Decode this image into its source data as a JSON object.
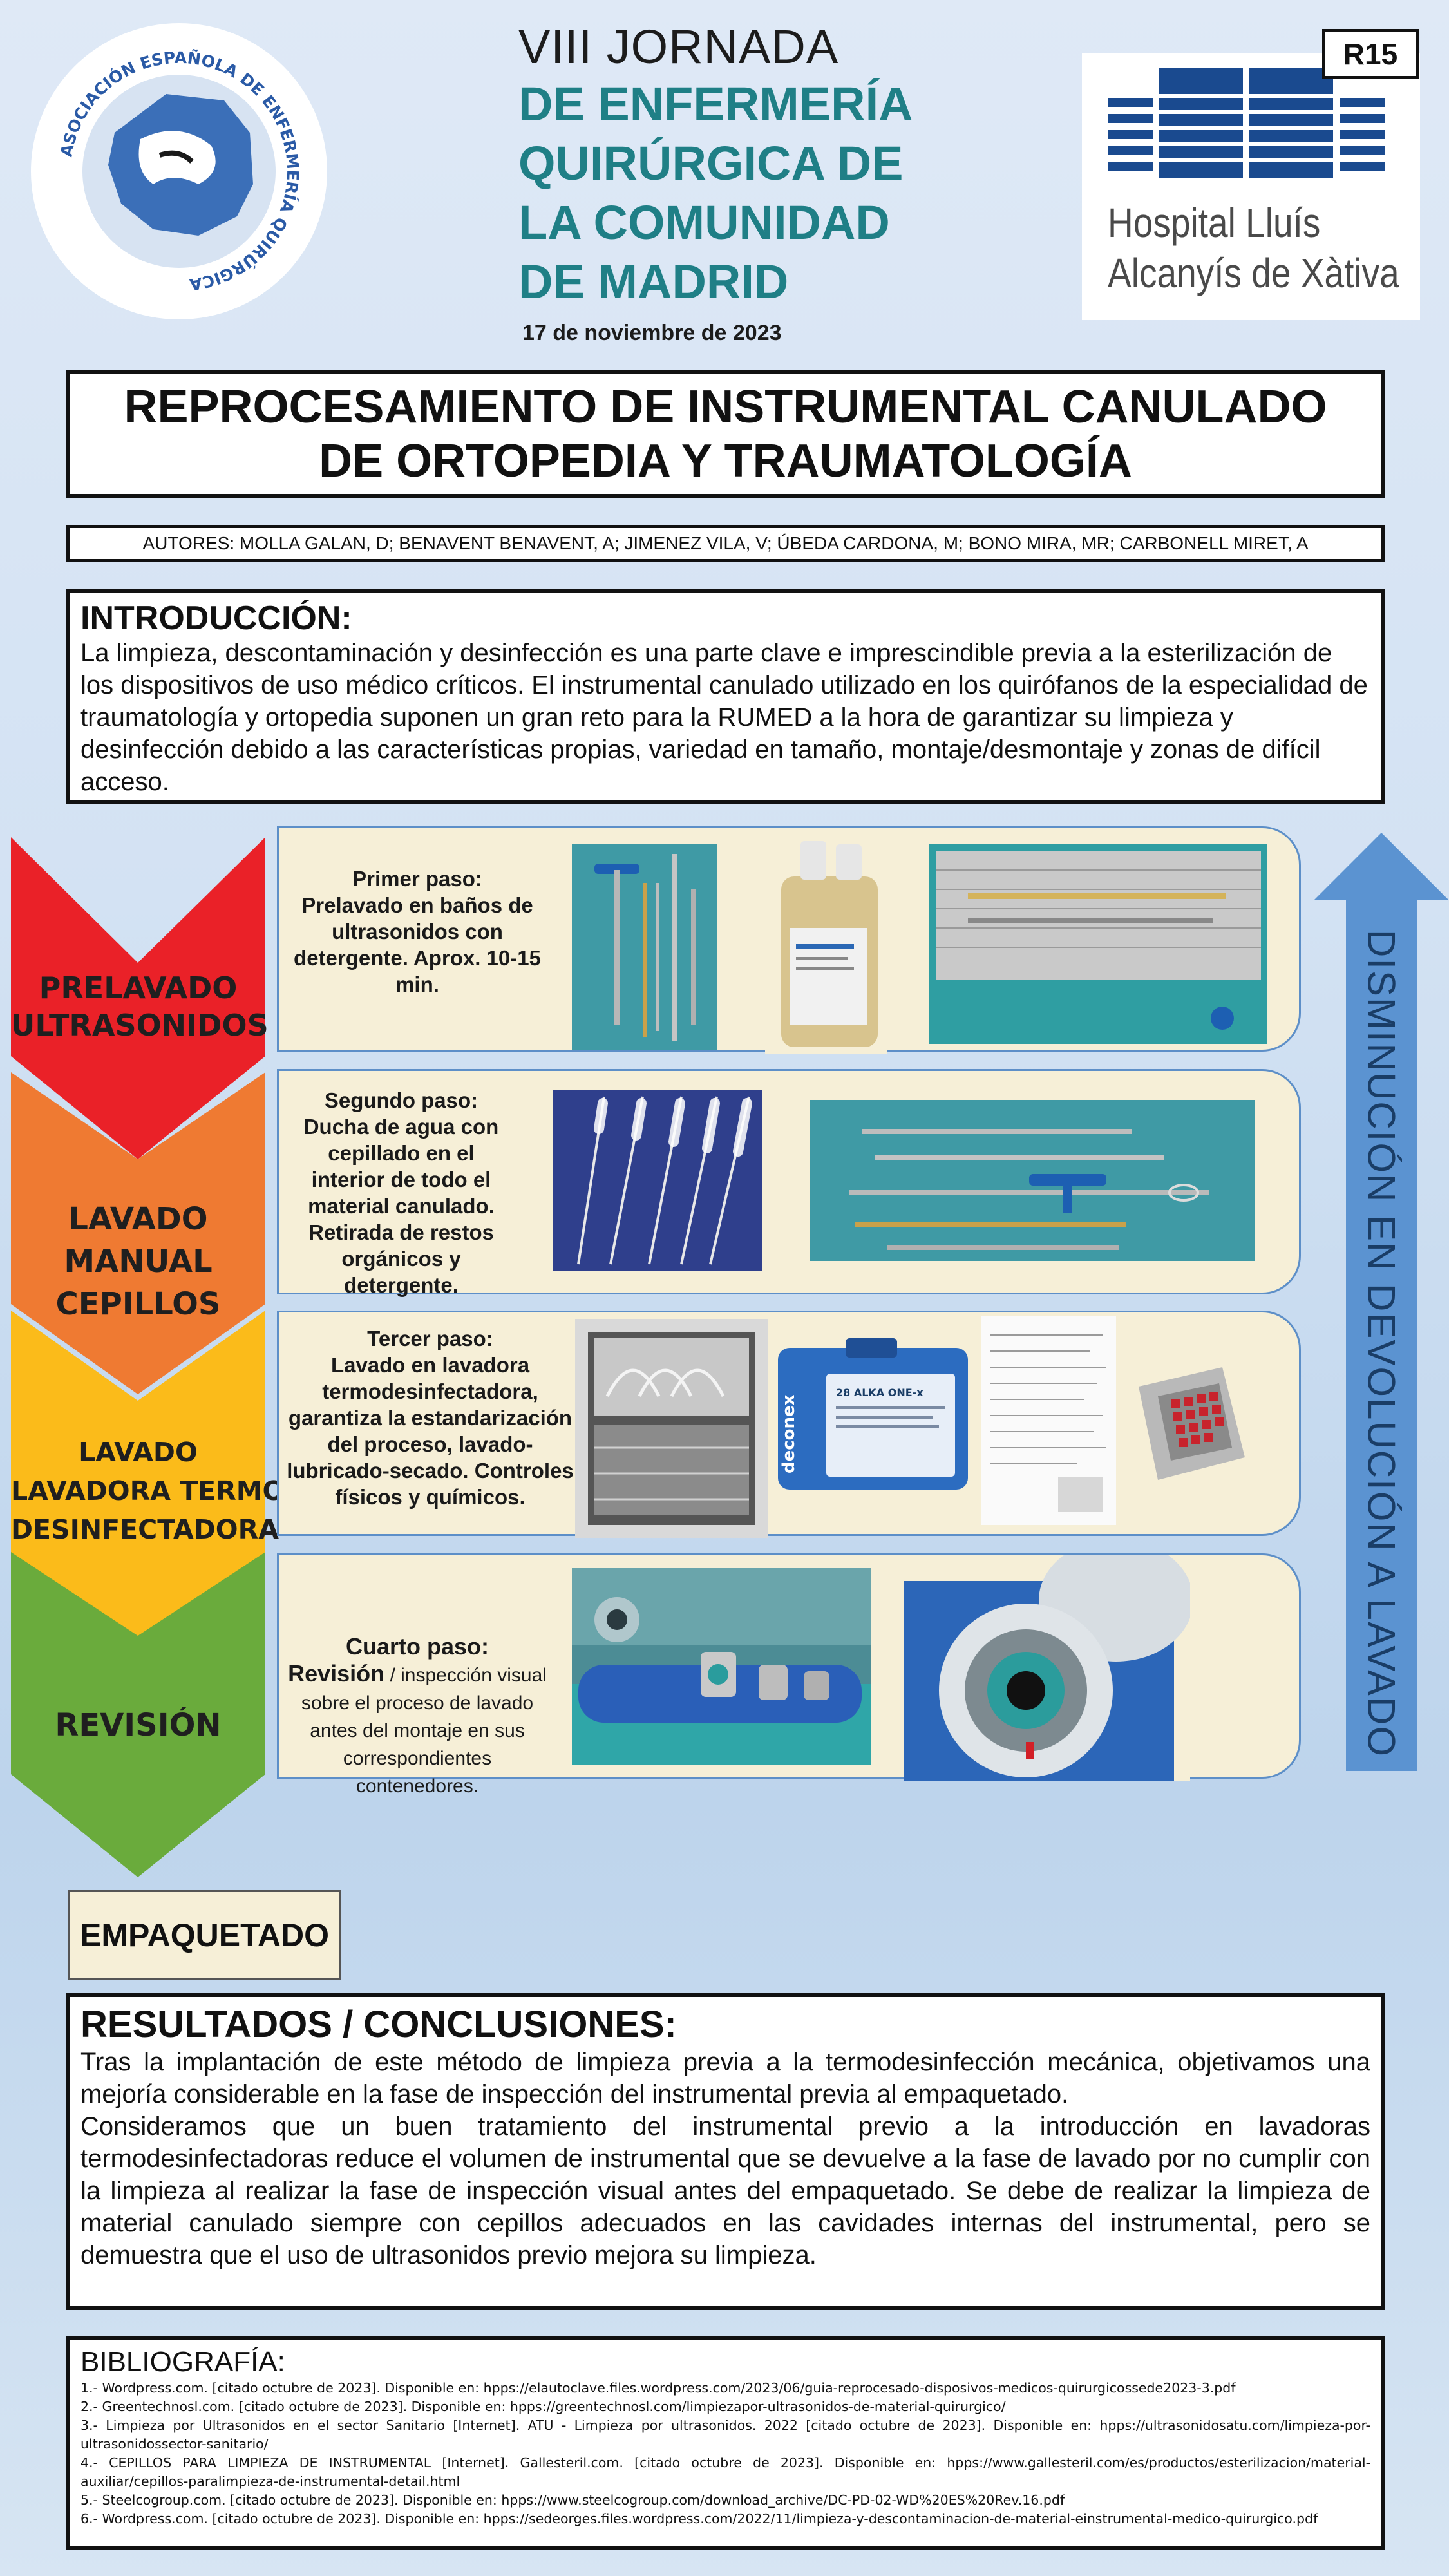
{
  "header": {
    "badge": "R15",
    "event_line1": "VIII JORNADA",
    "event_line2": "DE ENFERMERÍA",
    "event_line3": "QUIRÚRGICA DE",
    "event_line4": "LA COMUNIDAD",
    "event_line5": "DE MADRID",
    "date": "17 de noviembre de 2023",
    "association_ring_text": "ASOCIACIÓN ESPAÑOLA DE ENFERMERÍA QUIRÚRGICA",
    "hospital_line1": "Hospital Lluís",
    "hospital_line2": "Alcanyís de Xàtiva",
    "colors": {
      "teal": "#1f7f86",
      "navy": "#1a4a8f"
    }
  },
  "title": {
    "line1": "REPROCESAMIENTO DE INSTRUMENTAL CANULADO",
    "line2": "DE ORTOPEDIA Y TRAUMATOLOGÍA"
  },
  "authors": "AUTORES: MOLLA GALAN, D; BENAVENT BENAVENT, A; JIMENEZ VILA, V; ÚBEDA CARDONA, M; BONO MIRA, MR; CARBONELL MIRET, A",
  "intro": {
    "heading": "INTRODUCCIÓN:",
    "body": "La limpieza, descontaminación y desinfección es una parte clave e imprescindible previa a la esterilización de los dispositivos de uso médico críticos. El instrumental canulado utilizado en los quirófanos de la especialidad de traumatología y ortopedia suponen un gran reto para la RUMED a la hora de garantizar su limpieza y desinfección debido a las características propias, variedad en tamaño, montaje/desmontaje y zonas de difícil acceso."
  },
  "stages": [
    {
      "label_l1": "PRELAVADO",
      "label_l2": "ULTRASONIDOS",
      "label_l3": "",
      "color": "#ea2128"
    },
    {
      "label_l1": "LAVADO",
      "label_l2": "MANUAL",
      "label_l3": "CEPILLOS",
      "color": "#ef7a32"
    },
    {
      "label_l1": "LAVADO",
      "label_l2": "LAVADORA TERMO",
      "label_l3": "DESINFECTADORA",
      "color": "#fbbb1a"
    },
    {
      "label_l1": "REVISIÓN",
      "label_l2": "",
      "label_l3": "",
      "color": "#6aab3c"
    }
  ],
  "steps": [
    {
      "text": "Primer paso:\nPrelavado en baños de ultrasonidos con detergente. Aprox. 10-15 min."
    },
    {
      "text": "Segundo paso:\nDucha de agua con cepillado en el interior de todo el material canulado. Retirada de restos orgánicos y detergente."
    },
    {
      "text": "Tercer paso:\nLavado en lavadora termodesinfectadora, garantiza la estandarización del proceso, lavado-lubricado-secado. Controles físicos y químicos."
    },
    {
      "text_bold": "Cuarto paso:\nRevisión",
      "text_rest": " / inspección visual sobre el proceso de lavado antes del montaje en sus correspondientes contenedores."
    }
  ],
  "photo_labels": {
    "deconex_brand": "deconex",
    "deconex_product": "28 ALKA ONE-x"
  },
  "side_arrow": "DISMINUCIÓN EN DEVOLUCIÓN A LAVADO",
  "packaging": "EMPAQUETADO",
  "results": {
    "heading": "RESULTADOS / CONCLUSIONES:",
    "p1": "Tras la implantación de este método de limpieza previa a la termodesinfección mecánica, objetivamos una mejoría considerable en la fase de inspección del instrumental previa al empaquetado.",
    "p2": "Consideramos que un buen tratamiento del instrumental previo a la introducción en lavadoras termodesinfectadoras reduce el volumen de instrumental que se devuelve a la fase de lavado por no cumplir con la limpieza al realizar la fase de inspección visual antes del empaquetado. Se debe de realizar la limpieza de material canulado siempre con cepillos adecuados en las cavidades internas del instrumental, pero se demuestra que el uso de ultrasonidos previo mejora su limpieza."
  },
  "bibliography": {
    "heading": "BIBLIOGRAFÍA:",
    "refs": [
      "1.- Wordpress.com. [citado octubre de 2023]. Disponible en: hpps://elautoclave.files.wordpress.com/2023/06/guia-reprocesado-disposivos-medicos-quirurgicossede2023-3.pdf",
      "2.- Greentechnosl.com. [citado octubre de 2023]. Disponible en: hpps://greentechnosl.com/limpiezapor-ultrasonidos-de-material-quirurgico/",
      "3.- Limpieza por Ultrasonidos en el sector Sanitario [Internet]. ATU - Limpieza por ultrasonidos. 2022 [citado octubre de 2023]. Disponible en: hpps://ultrasonidosatu.com/limpieza-por-ultrasonidossector-sanitario/",
      "4.- CEPILLOS PARA LIMPIEZA DE INSTRUMENTAL [Internet]. Gallesteril.com. [citado octubre de 2023]. Disponible en: hpps://www.gallesteril.com/es/productos/esterilizacion/material-auxiliar/cepillos-paralimpieza-de-instrumental-detail.html",
      "5.- Steelcogroup.com. [citado octubre de 2023]. Disponible en: hpps://www.steelcogroup.com/download_archive/DC-PD-02-WD%20ES%20Rev.16.pdf",
      "6.- Wordpress.com. [citado octubre de 2023]. Disponible en: hpps://sedeorges.files.wordpress.com/2022/11/limpieza-y-descontaminacion-de-material-einstrumental-medico-quirurgico.pdf"
    ]
  }
}
